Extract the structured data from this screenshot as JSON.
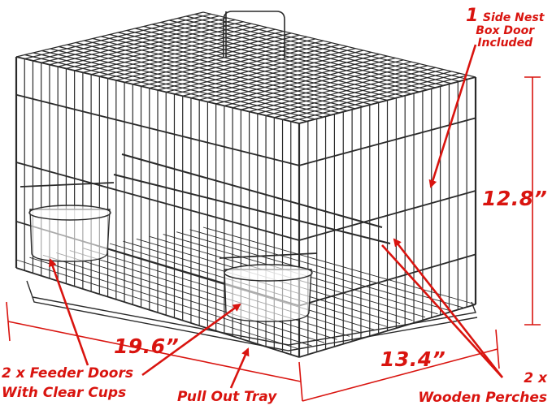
{
  "callouts": {
    "side_nest": {
      "number": "1",
      "line1": "Side Nest",
      "line2": "Box Door",
      "line3": "Included"
    },
    "feeder_doors": {
      "line1": "2 x Feeder Doors",
      "line2": "With Clear Cups"
    },
    "tray": {
      "text": "Pull Out Tray"
    },
    "perches": {
      "line1": "2 x",
      "line2": "Wooden Perches"
    }
  },
  "dimensions": {
    "height": "12.8”",
    "length": "19.6”",
    "depth": "13.4”"
  },
  "colors": {
    "accent": "#d9140f",
    "wire": "#2a2a2a"
  }
}
